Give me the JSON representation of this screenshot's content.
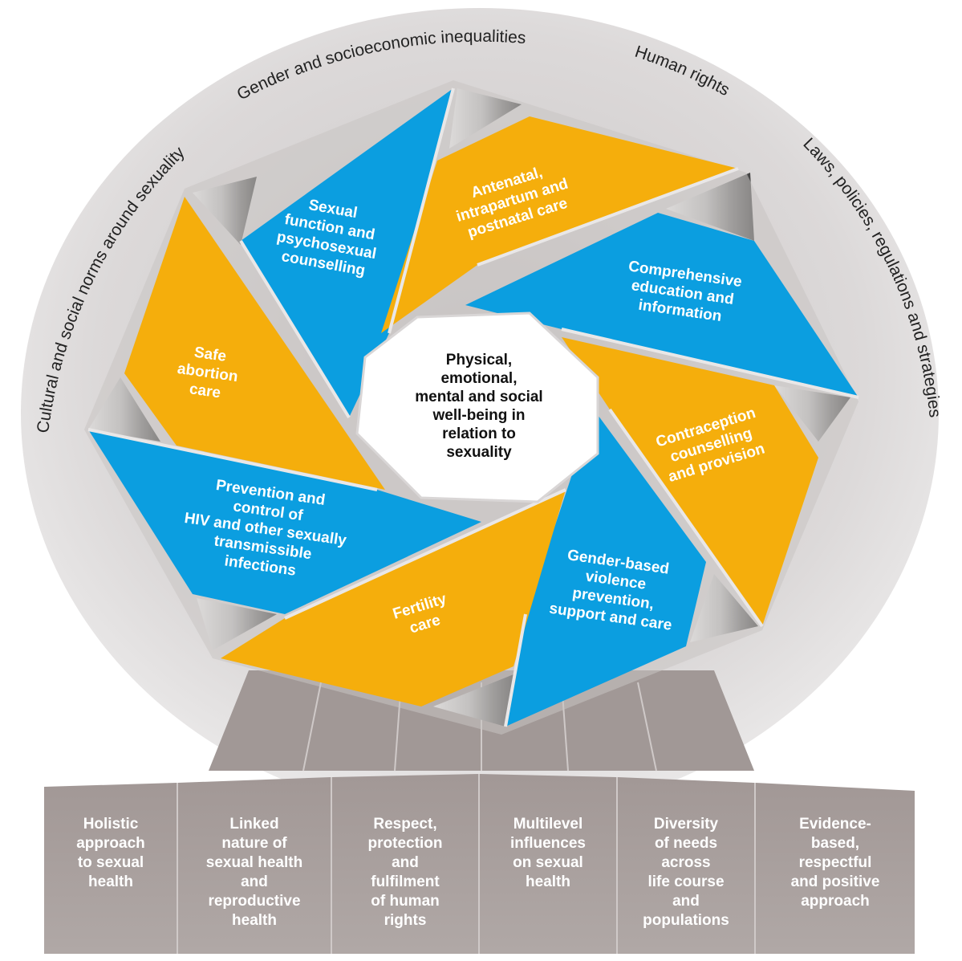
{
  "context_labels": [
    "Cultural and social norms around sexuality",
    "Gender and socioeconomic inequalities",
    "Human rights",
    "Laws, policies, regulations and strategies"
  ],
  "hub": [
    "Physical,",
    "emotional,",
    "mental and social",
    "well-being in",
    "relation to",
    "sexuality"
  ],
  "segments": [
    {
      "lines": [
        "Sexual",
        "function and",
        "psychosexual",
        "counselling"
      ],
      "color": "#0b9ee0"
    },
    {
      "lines": [
        "Antenatal,",
        "intrapartum and",
        "postnatal care"
      ],
      "color": "#f5ae0c"
    },
    {
      "lines": [
        "Comprehensive",
        "education and",
        "information"
      ],
      "color": "#0b9ee0"
    },
    {
      "lines": [
        "Contraception",
        "counselling",
        "and provision"
      ],
      "color": "#f5ae0c"
    },
    {
      "lines": [
        "Gender-based",
        "violence",
        "prevention,",
        "support and care"
      ],
      "color": "#0b9ee0"
    },
    {
      "lines": [
        "Fertility",
        "care"
      ],
      "color": "#f5ae0c"
    },
    {
      "lines": [
        "Prevention and",
        "control of",
        "HIV and other sexually",
        "transmissible",
        "infections"
      ],
      "color": "#0b9ee0"
    },
    {
      "lines": [
        "Safe",
        "abortion",
        "care"
      ],
      "color": "#f5ae0c"
    }
  ],
  "pillars": [
    [
      "Holistic",
      "approach",
      "to sexual",
      "health"
    ],
    [
      "Linked",
      "nature of",
      "sexual health",
      "and",
      "reproductive",
      "health"
    ],
    [
      "Respect,",
      "protection",
      "and",
      "fulfilment",
      "of human",
      "rights"
    ],
    [
      "Multilevel",
      "influences",
      "on sexual",
      "health"
    ],
    [
      "Diversity",
      "of needs",
      "across",
      "life course",
      "and",
      "populations"
    ],
    [
      "Evidence-",
      "based,",
      "respectful",
      "and positive",
      "approach"
    ]
  ],
  "colors": {
    "blue": "#0b9ee0",
    "orange": "#f5ae0c",
    "pillar": "#a49b99",
    "disc": "#e6e4e4",
    "hub": "#ffffff"
  }
}
